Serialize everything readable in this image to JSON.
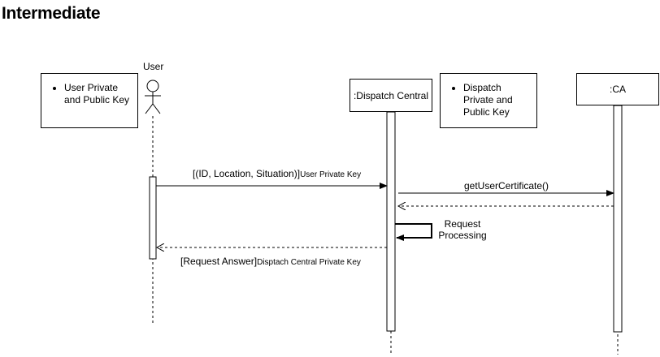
{
  "title": "Intermediate",
  "actors": {
    "user": {
      "label": "User",
      "note": "User Private and Public Key"
    },
    "dispatch": {
      "label": ":Dispatch Central",
      "note": "Dispatch Private and Public Key"
    },
    "ca": {
      "label": ":CA"
    }
  },
  "messages": {
    "m1": {
      "main": "[(ID, Location, Situation)]",
      "sub": "User Private Key"
    },
    "m2": {
      "main": "getUserCertificate()"
    },
    "self": {
      "line1": "Request",
      "line2": "Processing"
    },
    "m4": {
      "main": "[Request Answer]",
      "sub": "Disptach Central Private Key"
    }
  }
}
